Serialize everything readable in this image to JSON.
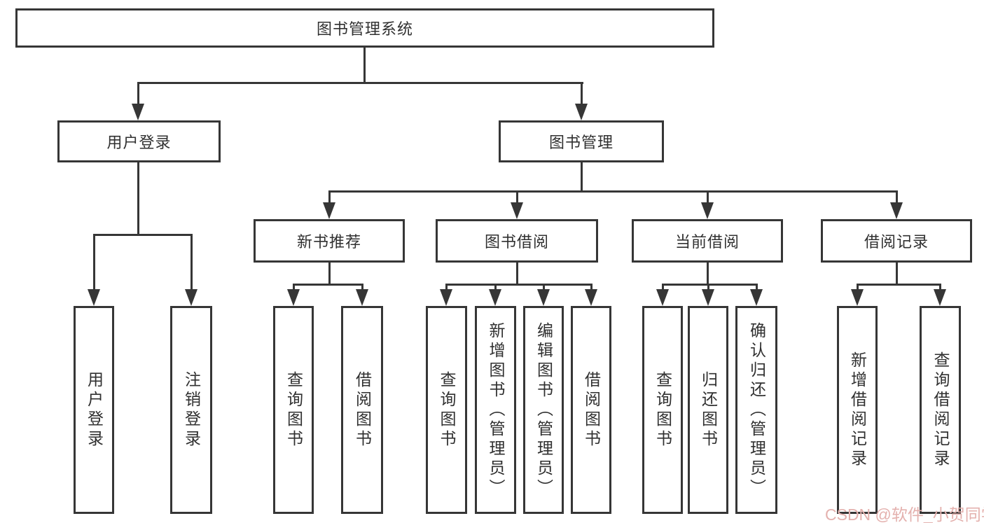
{
  "colors": {
    "line": "#363636",
    "text": "#303030",
    "watermark": "#e4b1ae",
    "bg": "#ffffff"
  },
  "watermark": {
    "text": "CSDN @软件_小贺同学"
  },
  "tree": {
    "root": {
      "label": "图书管理系统"
    },
    "branches": [
      {
        "label": "用户登录",
        "children": [
          {
            "label": "用户登录"
          },
          {
            "label": "注销登录"
          }
        ]
      },
      {
        "label": "图书管理",
        "children": [
          {
            "label": "新书推荐",
            "children": [
              {
                "label": "查询图书"
              },
              {
                "label": "借阅图书"
              }
            ]
          },
          {
            "label": "图书借阅",
            "children": [
              {
                "label": "查询图书"
              },
              {
                "label": "新增图书（管理员）"
              },
              {
                "label": "编辑图书（管理员）"
              },
              {
                "label": "借阅图书"
              }
            ]
          },
          {
            "label": "当前借阅",
            "children": [
              {
                "label": "查询图书"
              },
              {
                "label": "归还图书"
              },
              {
                "label": "确认归还（管理员）"
              }
            ]
          },
          {
            "label": "借阅记录",
            "children": [
              {
                "label": "新增借阅记录"
              },
              {
                "label": "查询借阅记录"
              }
            ]
          }
        ]
      }
    ]
  }
}
